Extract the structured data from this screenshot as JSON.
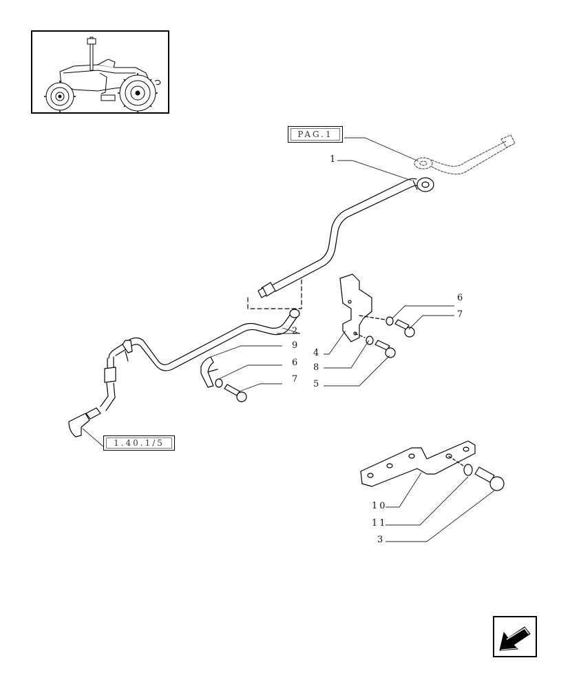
{
  "references": {
    "page_ref": "PAG.1",
    "section_ref": "1.40.1/5"
  },
  "callouts": [
    {
      "id": "c1",
      "label": "1"
    },
    {
      "id": "c2",
      "label": "2"
    },
    {
      "id": "c9",
      "label": "9"
    },
    {
      "id": "c6a",
      "label": "6"
    },
    {
      "id": "c7a",
      "label": "7"
    },
    {
      "id": "c6b",
      "label": "6"
    },
    {
      "id": "c7b",
      "label": "7"
    },
    {
      "id": "c4",
      "label": "4"
    },
    {
      "id": "c8",
      "label": "8"
    },
    {
      "id": "c5",
      "label": "5"
    },
    {
      "id": "c10",
      "label": "10"
    },
    {
      "id": "c11",
      "label": "11"
    },
    {
      "id": "c3",
      "label": "3"
    }
  ],
  "icons": {
    "thumbnail": "tractor-thumbnail-icon",
    "navigation": "back-arrow-icon"
  },
  "colors": {
    "line": "#000000",
    "leader": "#222222",
    "paper": "#ffffff"
  }
}
